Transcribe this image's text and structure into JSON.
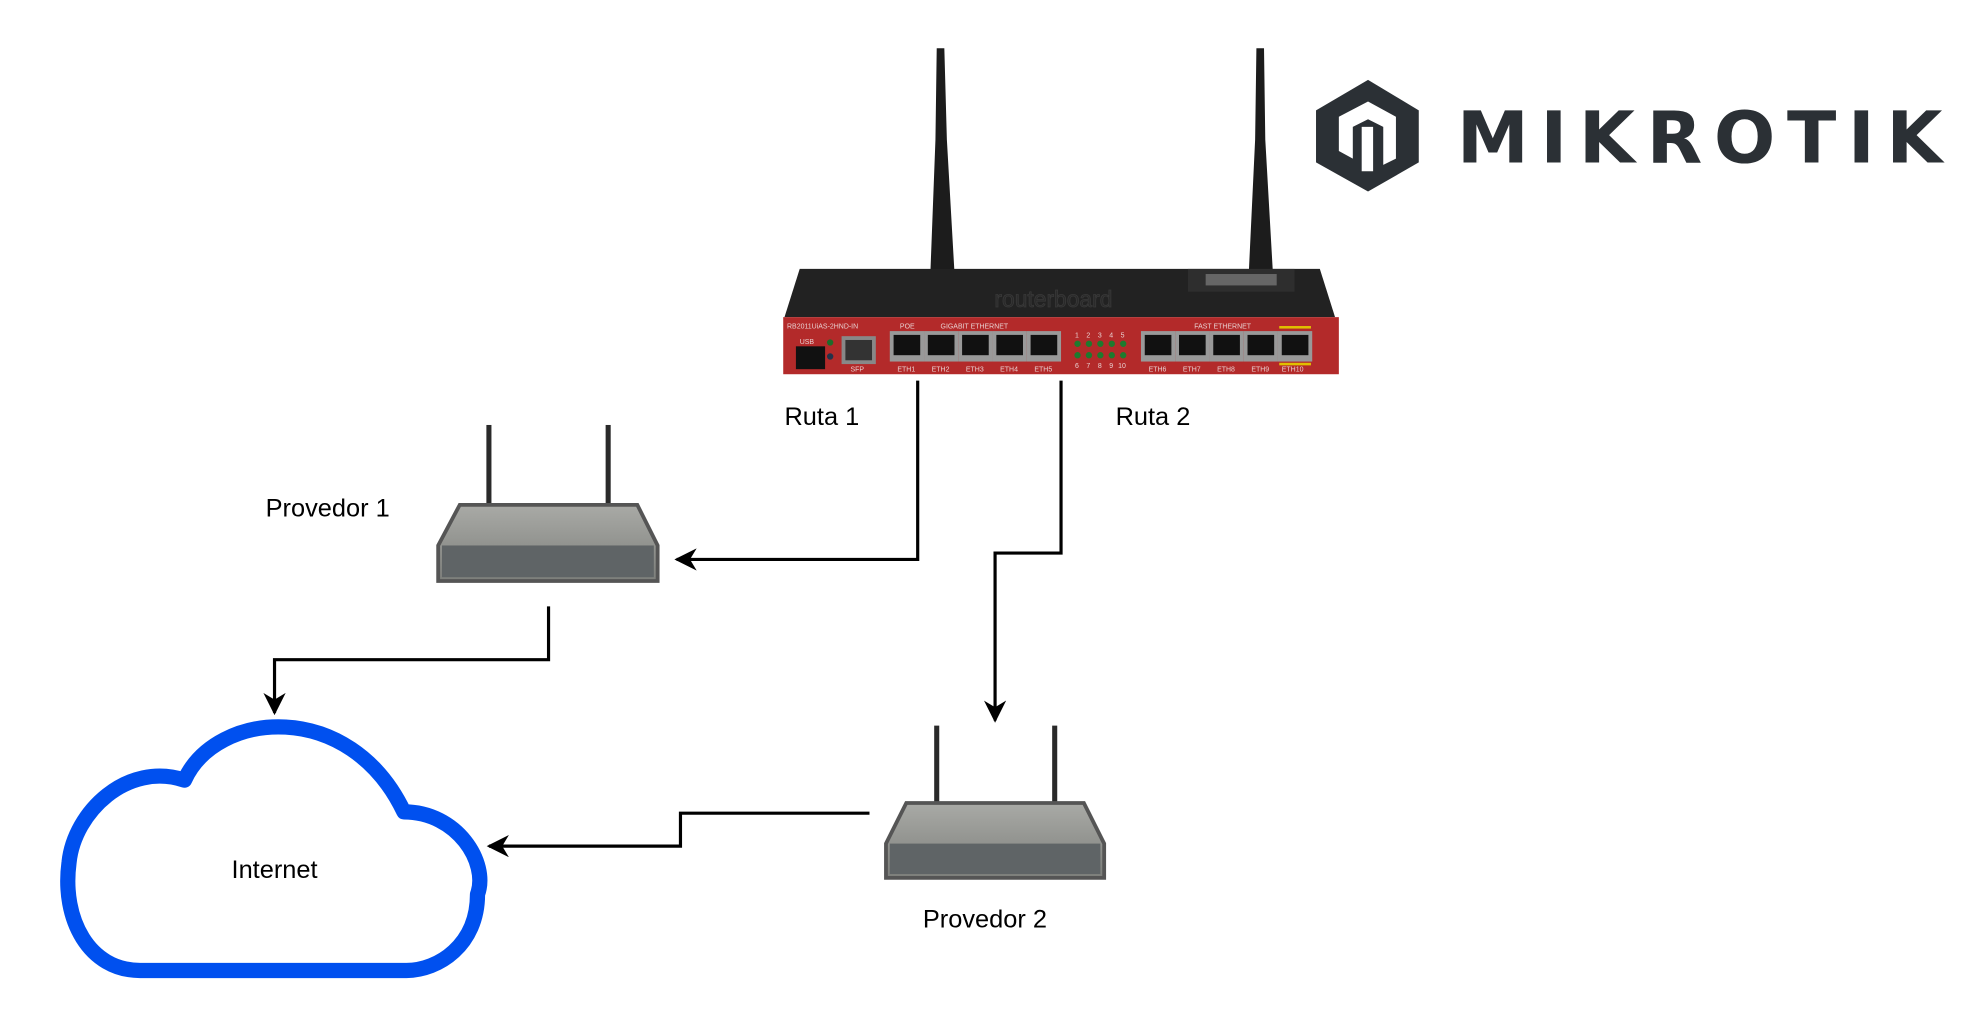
{
  "logo": {
    "text": "MIKROTIK",
    "color": "#2b3035"
  },
  "main_router": {
    "model": "RB2011UiAS-2HND-IN",
    "brand_text": "routerboard",
    "section_labels": [
      "USB",
      "SFP",
      "POE",
      "GIGABIT ETHERNET",
      "FAST ETHERNET"
    ],
    "ports": [
      "ETH1",
      "ETH2",
      "ETH3",
      "ETH4",
      "ETH5",
      "ETH6",
      "ETH7",
      "ETH8",
      "ETH9",
      "ETH10"
    ],
    "led_numbers_top": [
      "1",
      "2",
      "3",
      "4",
      "5"
    ],
    "led_numbers_bottom": [
      "6",
      "7",
      "8",
      "9",
      "10"
    ],
    "body_color": "#b32a2a"
  },
  "routes": {
    "ruta1": "Ruta 1",
    "ruta2": "Ruta 2"
  },
  "providers": {
    "p1": "Provedor 1",
    "p2": "Provedor 2"
  },
  "cloud": {
    "label": "Internet",
    "stroke_color": "#0050ef"
  }
}
